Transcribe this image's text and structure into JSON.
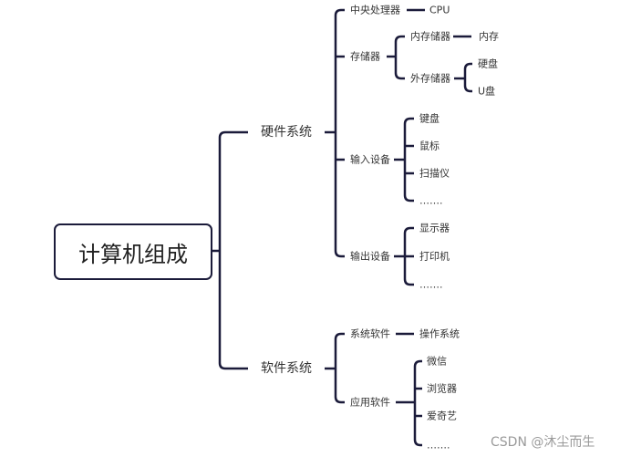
{
  "root": "计算机组成",
  "hardware": {
    "label": "硬件系统",
    "cpu": {
      "label": "中央处理器",
      "child": "CPU"
    },
    "storage": {
      "label": "存储器",
      "internal": {
        "label": "内存储器",
        "child": "内存"
      },
      "external": {
        "label": "外存储器",
        "children": [
          "硬盘",
          "U盘"
        ]
      }
    },
    "input": {
      "label": "输入设备",
      "children": [
        "键盘",
        "鼠标",
        "扫描仪",
        "……."
      ]
    },
    "output": {
      "label": "输出设备",
      "children": [
        "显示器",
        "打印机",
        "……."
      ]
    }
  },
  "software": {
    "label": "软件系统",
    "system": {
      "label": "系统软件",
      "child": "操作系统"
    },
    "application": {
      "label": "应用软件",
      "children": [
        "微信",
        "浏览器",
        "爱奇艺",
        "……."
      ]
    }
  },
  "watermark": "CSDN @沐尘而生",
  "colors": {
    "line": "#1b1b3a"
  }
}
